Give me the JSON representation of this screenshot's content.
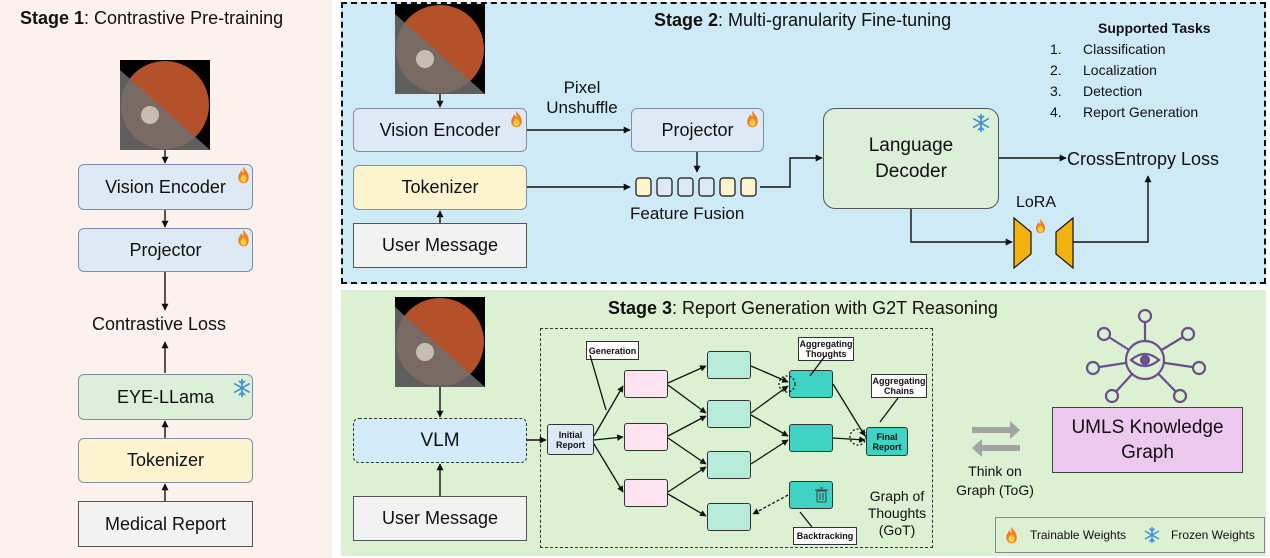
{
  "stage1": {
    "title_bold": "Stage 1",
    "title_rest": ": Contrastive Pre-training",
    "vision_encoder": "Vision Encoder",
    "projector": "Projector",
    "contrastive_loss": "Contrastive Loss",
    "eye_llama": "EYE-LLama",
    "tokenizer": "Tokenizer",
    "medical_report": "Medical Report"
  },
  "stage2": {
    "title_bold": "Stage 2",
    "title_rest": ": Multi-granularity Fine-tuning",
    "vision_encoder": "Vision Encoder",
    "pixel_unshuffle_1": "Pixel",
    "pixel_unshuffle_2": "Unshuffle",
    "projector": "Projector",
    "tokenizer": "Tokenizer",
    "user_message": "User Message",
    "feature_fusion": "Feature Fusion",
    "language_decoder_1": "Language",
    "language_decoder_2": "Decoder",
    "lora": "LoRA",
    "crossentropy_loss": "CrossEntropy Loss",
    "supported_tasks": {
      "title": "Supported Tasks",
      "items": [
        {
          "num": "1.",
          "label": "Classification"
        },
        {
          "num": "2.",
          "label": "Localization"
        },
        {
          "num": "3.",
          "label": "Detection"
        },
        {
          "num": "4.",
          "label": "Report Generation"
        }
      ]
    }
  },
  "stage3": {
    "title_bold": "Stage 3",
    "title_rest": ": Report Generation with G2T Reasoning",
    "vlm": "VLM",
    "user_message": "User Message",
    "initial_report_1": "Initial",
    "initial_report_2": "Report",
    "generation": "Generation",
    "aggregating_thoughts_1": "Aggregating",
    "aggregating_thoughts_2": "Thoughts",
    "aggregating_chains_1": "Aggregating",
    "aggregating_chains_2": "Chains",
    "final_report_1": "Final",
    "final_report_2": "Report",
    "backtracking": "Backtracking",
    "got_1": "Graph of",
    "got_2": "Thoughts",
    "got_3": "(GoT)",
    "think_1": "Think on",
    "think_2": "Graph (ToG)",
    "umls_1": "UMLS Knowledge",
    "umls_2": "Graph"
  },
  "legend": {
    "trainable": "Trainable Weights",
    "frozen": "Frozen Weights"
  },
  "colors": {
    "stage1_bg": "#fdf1ee",
    "stage2_bg": "#cfeaf7",
    "stage3_bg": "#dcf0d2",
    "blue_box": "#dde9f5",
    "yellow_box": "#fdf3cf",
    "green_box": "#dcefd9",
    "user_box": "#f2f2f2",
    "pink_node": "#fde4f0",
    "teal_light": "#b6ecd9",
    "teal_dark": "#3fd3c4",
    "umls_box": "#edc9f0",
    "lora_yellow": "#f2b20f"
  }
}
